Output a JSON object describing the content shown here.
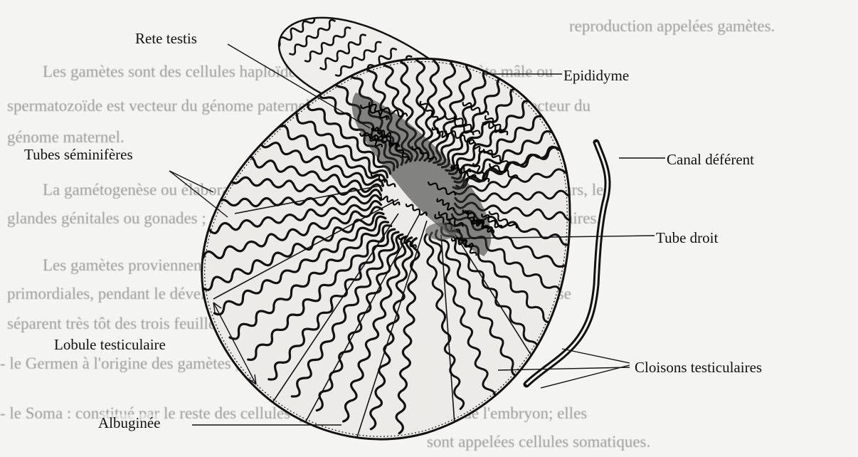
{
  "background_text": {
    "lines": [
      "reproduction appelées gamètes.",
      "Les gamètes sont des cellules haploïdes à n chromosomes ; le gamète mâle ou",
      "spermatozoïde est vecteur du génome paternel, le gamète femelle ou ovule est vecteur du",
      "génome maternel.",
      "La gamétogenèse ou élaboration des gamètes a lieu dans les organes reproducteurs, les",
      "glandes génitales ou gonades ; gonades mâles ou testicules et gonades femelles ou ovaires.",
      "Les gamètes proviennent de précurseurs appelés cellules germinales",
      "primordiales, pendant le développement embryonnaire de l'individu. Ces gonocytes se",
      "séparent très tôt des trois feuillets fondamentaux dont ils dérivent ;",
      "- le Germen à l'origine des gamètes ;",
      "- le Soma : constitué par le reste des cellules qui sont issues à l'origine de l'embryon; elles",
      "sont appelées cellules somatiques."
    ]
  },
  "labels": {
    "rete_testis": "Rete testis",
    "epididyme": "Epididyme",
    "tubes_seminiferes": "Tubes séminifères",
    "canal_deferent": "Canal déférent",
    "tube_droit": "Tube droit",
    "lobule_testiculaire": "Lobule testiculaire",
    "cloisons_testiculaires": "Cloisons testiculaires",
    "albuginee": "Albuginée"
  },
  "colors": {
    "ink": "#111111",
    "paper": "#f4f4f2",
    "faded_text": "#9b9b9b"
  }
}
